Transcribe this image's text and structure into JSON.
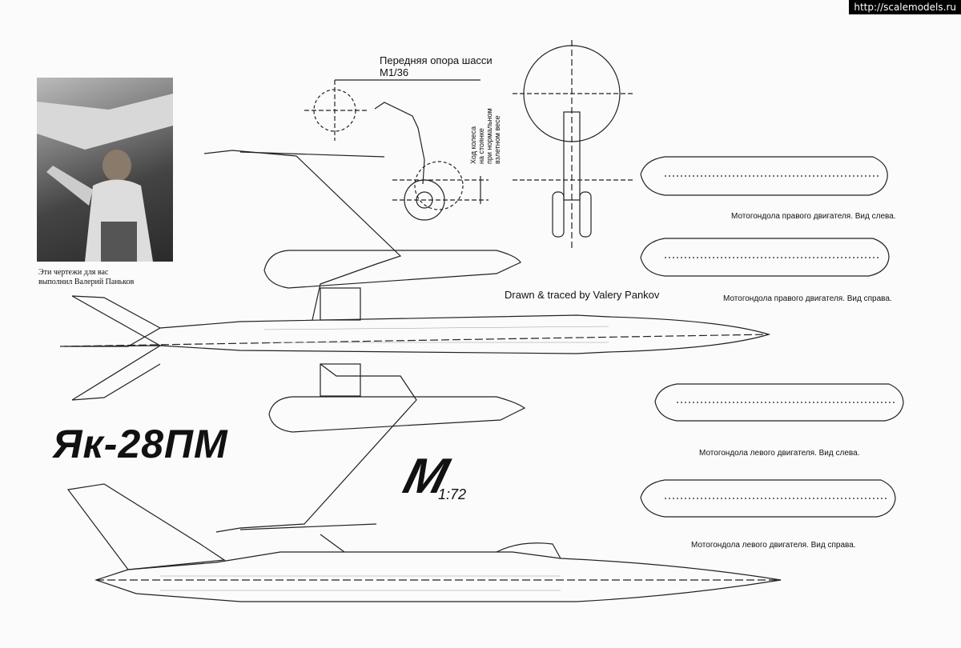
{
  "source_url": "http://scalemodels.ru",
  "photo_caption_line1": "Эти чертежи для вас",
  "photo_caption_line2": "выполнил Валерий Паньков",
  "gear_title_line1": "Передняя опора шасси",
  "gear_title_line2": "М1/36",
  "gear_vertical_line1": "Ход колеса",
  "gear_vertical_line2": "на стоянке",
  "gear_vertical_line3": "при нормальном",
  "gear_vertical_line4": "взлетном весе",
  "drawn_by": "Drawn & traced by Valery Pankov",
  "aircraft_title": "Як-28ПМ",
  "logo_letter": "M",
  "scale": "1:72",
  "nacelles": [
    {
      "caption": "Мотогондола правого двигателя. Вид слева."
    },
    {
      "caption": "Мотогондола правого двигателя. Вид справа."
    },
    {
      "caption": "Мотогондола левого двигателя. Вид слева."
    },
    {
      "caption": "Мотогондола левого двигателя. Вид справа."
    }
  ]
}
